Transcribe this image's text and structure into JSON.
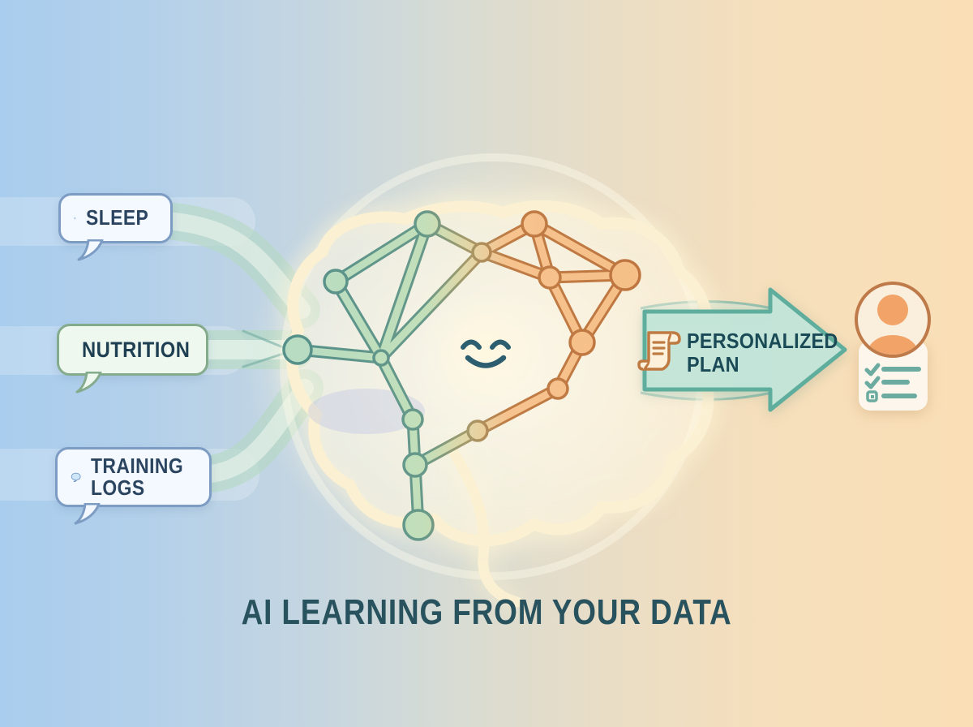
{
  "title": {
    "text": "AI LEARNING FROM YOUR DATA"
  },
  "inputs": [
    {
      "id": "sleep",
      "label": "SLEEP",
      "icon": "crescent-moon-z-icon"
    },
    {
      "id": "nutrition",
      "label": "NUTRITION",
      "icon": "apple-icon"
    },
    {
      "id": "training-logs",
      "label": "TRAINING LOGS",
      "line1": "TRAINING",
      "line2": "LOGS",
      "icon": "chat-bubble-icon"
    }
  ],
  "process": {
    "name": "brain-neural-network",
    "face": "smiley-face",
    "left_half": "green network (sleep/nutrition/training inputs)",
    "right_half": "orange network (output side)"
  },
  "output": {
    "line1": "PERSONALIZED",
    "line2": "PLAN",
    "icon": "scroll-icon",
    "result": "user-profile-checklist-card",
    "checklist_rows": 3
  },
  "colors": {
    "background_left": "#a9cdee",
    "background_right": "#fadfb6",
    "bubble_blue_border": "#7d9cc4",
    "bubble_green_border": "#84ab8c",
    "label_text": "#2b4560",
    "network_green_fill": "#b7dcc2",
    "network_green_stroke": "#55908a",
    "network_orange_fill": "#f6c28e",
    "network_orange_stroke": "#bf7a42",
    "brain_outline": "#fbf0d2",
    "arrow_fill": "#c3e5d9",
    "arrow_stroke": "#5fae9d",
    "arrow_text": "#1b4a57",
    "face_color": "#2d5e6f",
    "title_color": "#28525e",
    "avatar_orange": "#f1a368",
    "checklist_teal": "#6cab9f"
  }
}
